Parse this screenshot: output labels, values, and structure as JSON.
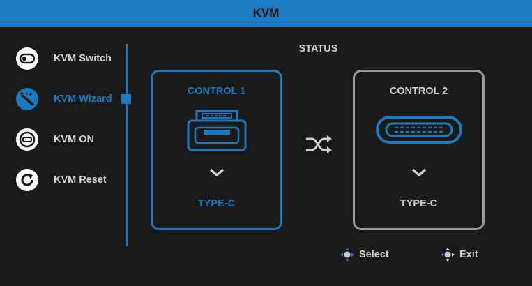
{
  "title": "KVM",
  "menu": [
    {
      "label": "KVM Switch",
      "icon": "toggle-switch-icon"
    },
    {
      "label": "KVM Wizard",
      "icon": "magic-wand-icon"
    },
    {
      "label": "KVM ON",
      "icon": "power-ring-icon"
    },
    {
      "label": "KVM Reset",
      "icon": "reset-icon"
    }
  ],
  "selected_menu": "KVM Wizard",
  "status": {
    "heading": "STATUS",
    "control1": {
      "title": "CONTROL 1",
      "type": "TYPE-C",
      "icon": "usb-a-port-icon"
    },
    "control2": {
      "title": "CONTROL 2",
      "type": "TYPE-C",
      "icon": "usb-c-port-icon"
    },
    "swap_icon": "shuffle-icon"
  },
  "hints": {
    "select": "Select",
    "exit": "Exit"
  },
  "colors": {
    "accent": "#1b7ac0",
    "background": "#1a1a1a",
    "text": "#cfcfcf",
    "inactive_border": "#9a9a9a"
  }
}
